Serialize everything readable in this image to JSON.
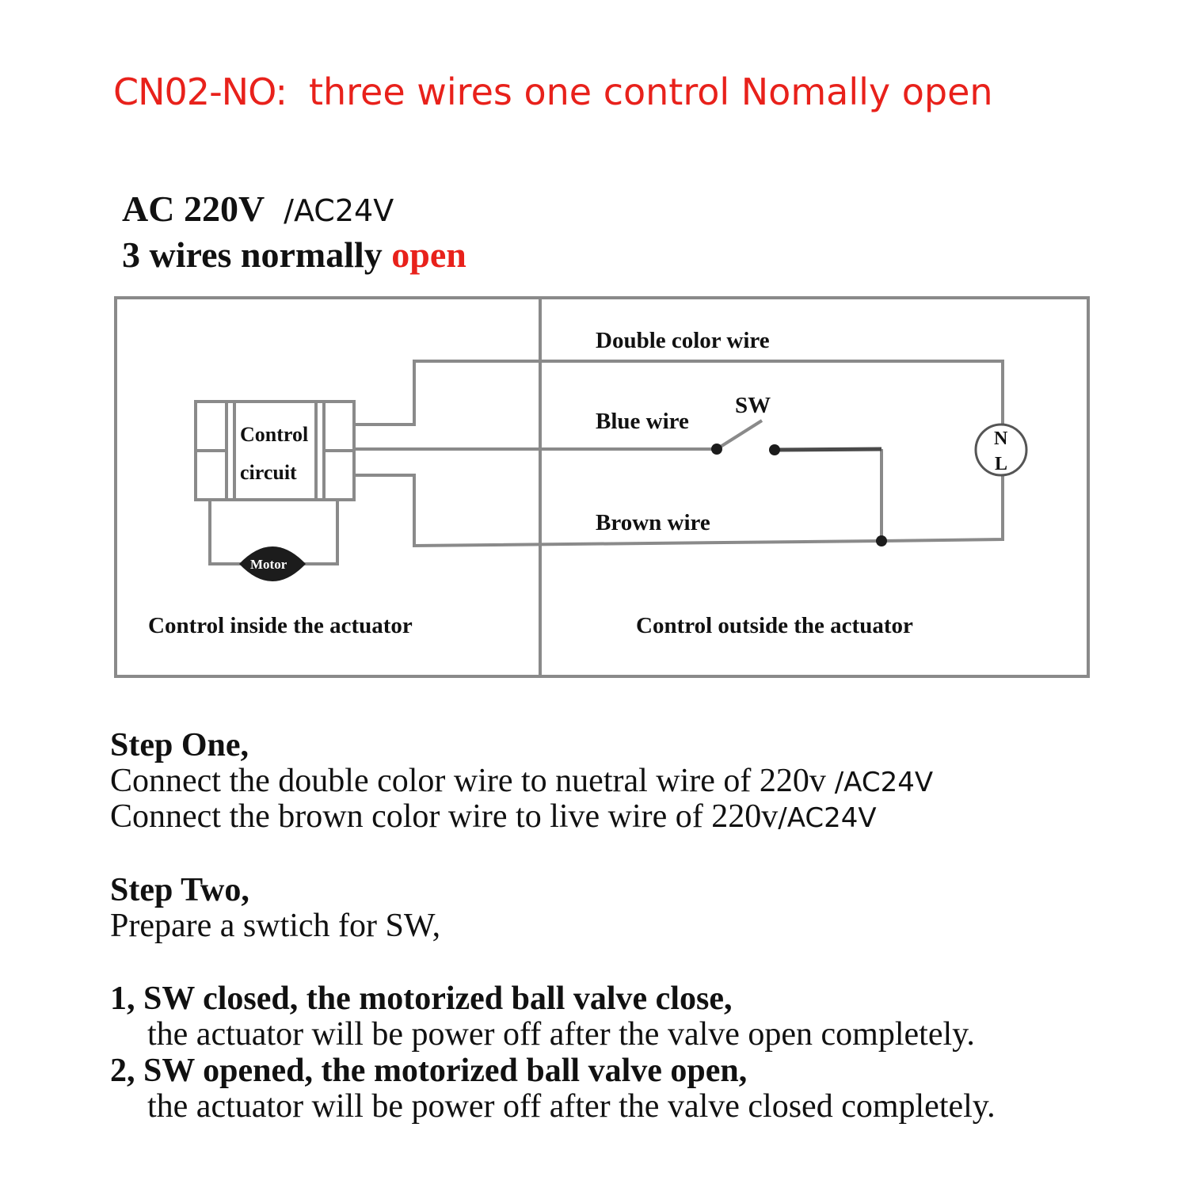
{
  "header": {
    "model": "CN02-NO:",
    "description": "three wires one control Nomally open",
    "voltage_main": "AC 220V",
    "voltage_alt": "/AC24V",
    "subtitle_prefix": "3 wires normally ",
    "subtitle_highlight": "open"
  },
  "diagram": {
    "control_circuit_line1": "Control",
    "control_circuit_line2": "circuit",
    "motor_label": "Motor",
    "double_color_wire": "Double color wire",
    "blue_wire": "Blue wire",
    "brown_wire": "Brown wire",
    "switch_label": "SW",
    "terminal_n": "N",
    "terminal_l": "L",
    "inside_label": "Control inside the actuator",
    "outside_label": "Control outside the actuator"
  },
  "steps": {
    "step_one_title": "Step One,",
    "step_one_line1": "Connect the double color wire to nuetral wire of 220v",
    "step_one_line1_suffix": " /AC24V",
    "step_one_line2": "Connect the brown color wire to live wire of 220v",
    "step_one_line2_suffix": "/AC24V",
    "step_two_title": "Step Two,",
    "step_two_line1": "Prepare a swtich for SW,",
    "item1_title": "1, SW closed, the motorized ball valve close,",
    "item1_detail": "the actuator will be power off after the valve open completely.",
    "item2_title": "2, SW opened, the motorized ball valve open,",
    "item2_detail": "the actuator will be power off after the valve closed completely."
  },
  "colors": {
    "accent_red": "#e8211b",
    "text": "#111111",
    "line_gray": "#8a8a8a"
  }
}
